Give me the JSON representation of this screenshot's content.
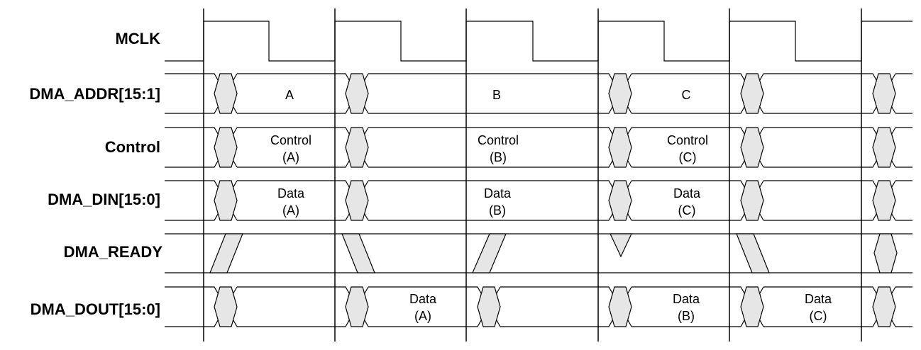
{
  "signals": {
    "mclk": "MCLK",
    "addr": "DMA_ADDR[15:1]",
    "control": "Control",
    "din": "DMA_DIN[15:0]",
    "ready": "DMA_READY",
    "dout": "DMA_DOUT[15:0]"
  },
  "values": {
    "addr": [
      "A",
      "B",
      "C"
    ],
    "control": [
      {
        "line1": "Control",
        "line2": "(A)"
      },
      {
        "line1": "Control",
        "line2": "(B)"
      },
      {
        "line1": "Control",
        "line2": "(C)"
      }
    ],
    "din": [
      {
        "line1": "Data",
        "line2": "(A)"
      },
      {
        "line1": "Data",
        "line2": "(B)"
      },
      {
        "line1": "Data",
        "line2": "(C)"
      }
    ],
    "dout": [
      {
        "line1": "Data",
        "line2": "(A)"
      },
      {
        "line1": "Data",
        "line2": "(B)"
      },
      {
        "line1": "Data",
        "line2": "(C)"
      }
    ]
  }
}
